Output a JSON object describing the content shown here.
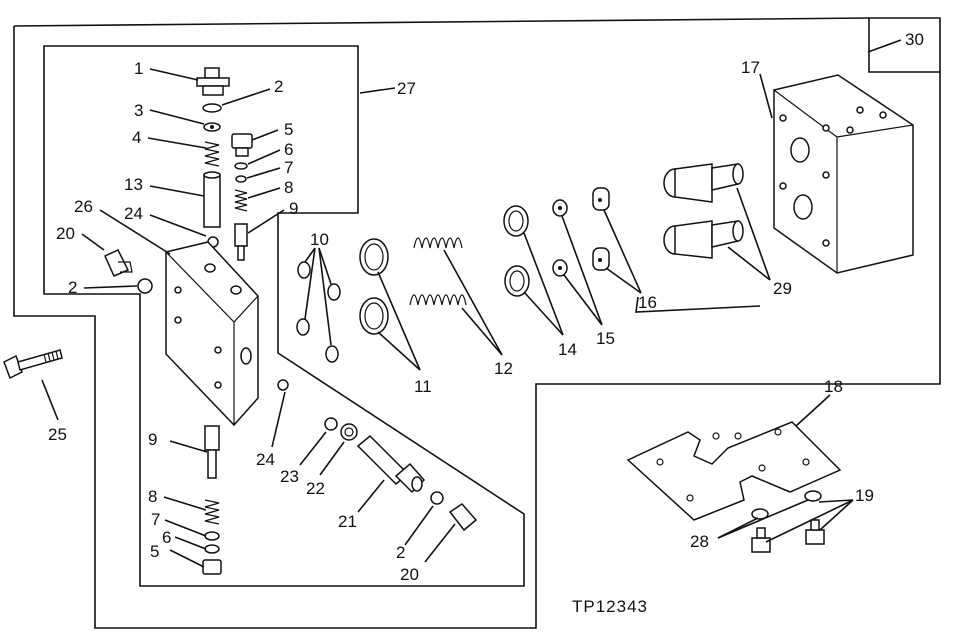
{
  "diagram": {
    "reference_code": "TP12343",
    "callouts": {
      "c1": "1",
      "c2a": "2",
      "c3": "3",
      "c4": "4",
      "c5a": "5",
      "c6a": "6",
      "c7a": "7",
      "c8a": "8",
      "c9a": "9",
      "c13": "13",
      "c26": "26",
      "c24a": "24",
      "c20a": "20",
      "c2b": "2",
      "c27": "27",
      "c10": "10",
      "c11": "11",
      "c12": "12",
      "c14": "14",
      "c15": "15",
      "c16": "16",
      "c29": "29",
      "c17": "17",
      "c30": "30",
      "c25": "25",
      "c9b": "9",
      "c8b": "8",
      "c7b": "7",
      "c6b": "6",
      "c5b": "5",
      "c24b": "24",
      "c23": "23",
      "c22": "22",
      "c21": "21",
      "c2c": "2",
      "c20b": "20",
      "c18": "18",
      "c19": "19",
      "c28": "28"
    }
  }
}
